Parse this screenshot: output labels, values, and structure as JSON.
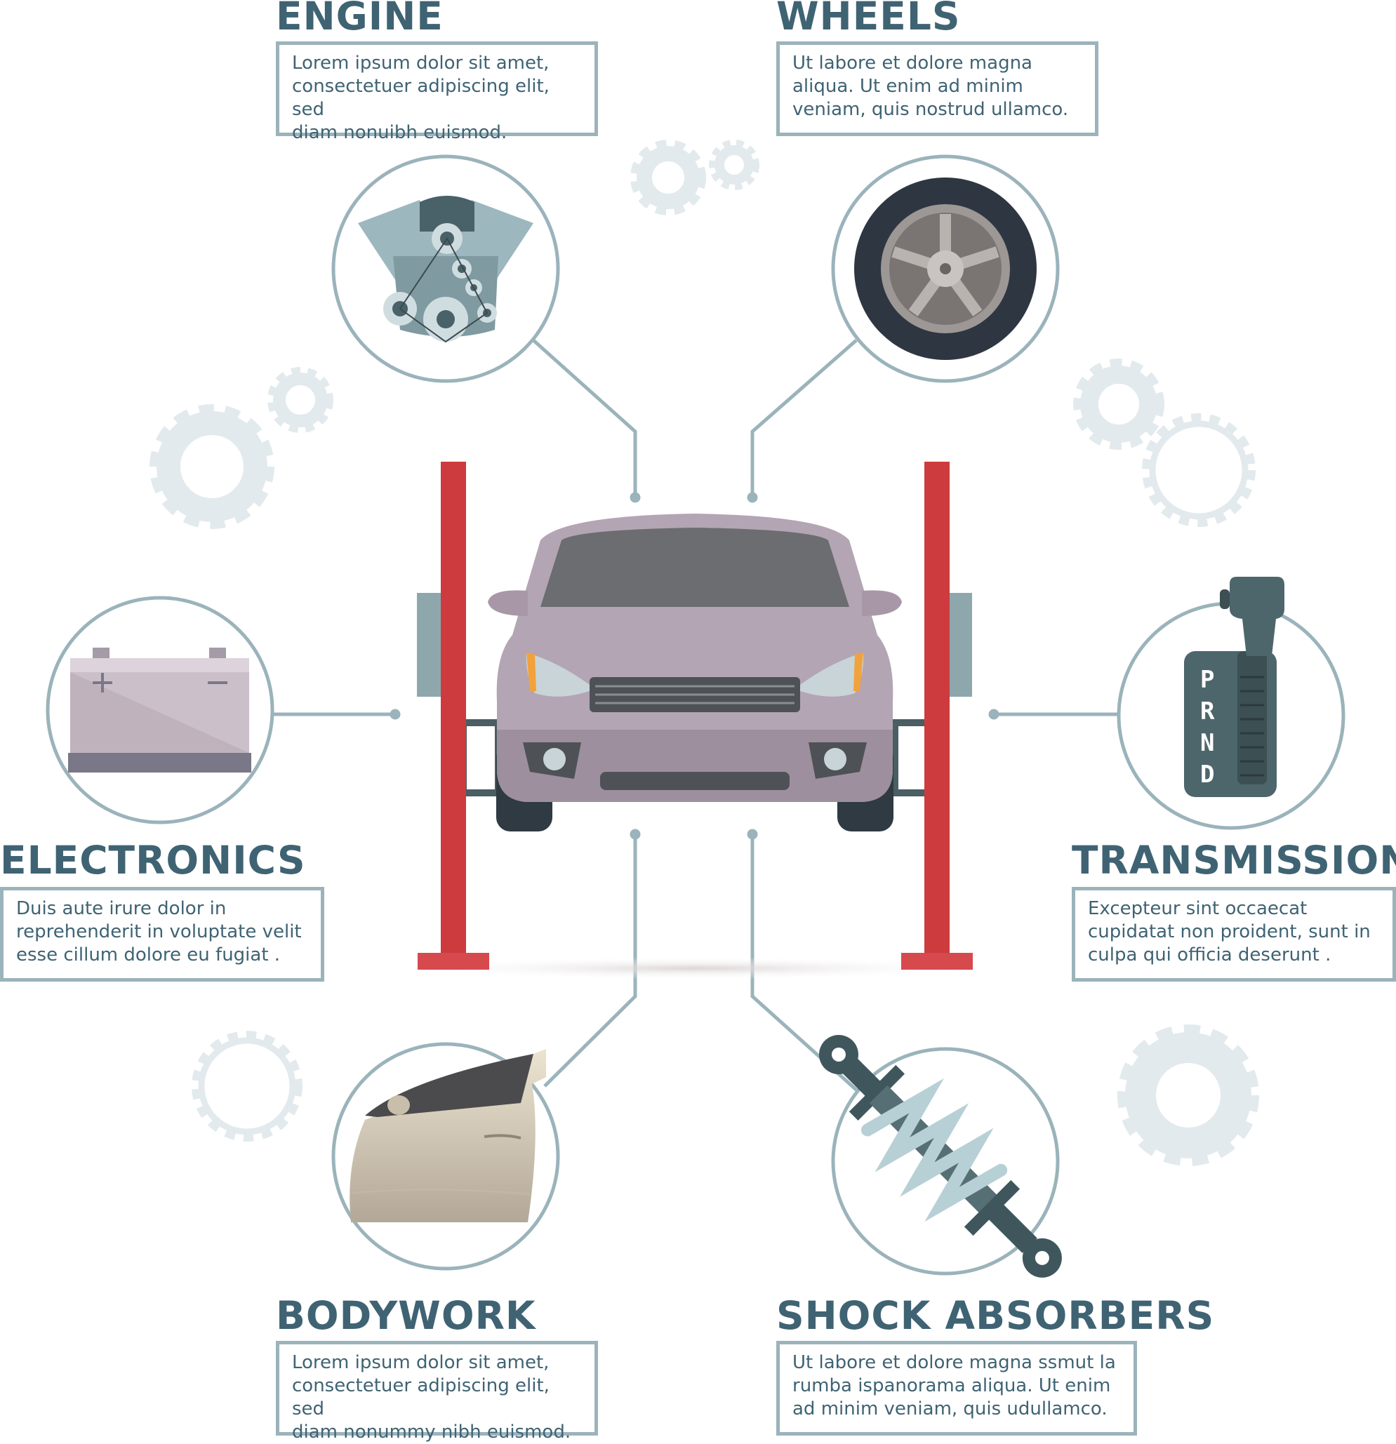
{
  "colors": {
    "accent": "#3f6373",
    "frame": "#9bb3bb",
    "lift_red": "#cd3b3f",
    "gear": "#e3eaed",
    "car_body": "#b3a5b3"
  },
  "sections": {
    "engine": {
      "title": "ENGINE",
      "text": "Lorem ipsum dolor sit amet,\nconsectetuer adipiscing elit, sed\ndiam nonuibh euismod.",
      "icon": "engine-icon"
    },
    "wheels": {
      "title": "WHEELS",
      "text": "Ut labore et dolore magna\naliqua. Ut enim ad minim\nveniam, quis nostrud ullamco.",
      "icon": "wheel-icon"
    },
    "electronics": {
      "title": "ELECTRONICS",
      "text": "Duis aute irure dolor in\nreprehenderit in voluptate velit\nesse cillum dolore eu fugiat .",
      "icon": "battery-icon"
    },
    "transmission": {
      "title": "TRANSMISSION",
      "text": "Excepteur sint occaecat\ncupidatat non proident, sunt in\nculpa qui officia deserunt .",
      "icon": "gear-shifter-icon",
      "gear_letters": [
        "P",
        "R",
        "N",
        "D"
      ]
    },
    "bodywork": {
      "title": "BODYWORK",
      "text": "Lorem ipsum dolor sit amet,\nconsectetuer adipiscing elit, sed\ndiam nonummy nibh euismod.",
      "icon": "car-door-icon"
    },
    "shock_absorbers": {
      "title": "SHOCK ABSORBERS",
      "text": "Ut labore et dolore magna ssmut la\nrumba ispanorama aliqua. Ut enim\nad minim veniam, quis udullamco.",
      "icon": "shock-absorber-icon"
    }
  },
  "center": {
    "icon": "car-on-lift-icon"
  }
}
